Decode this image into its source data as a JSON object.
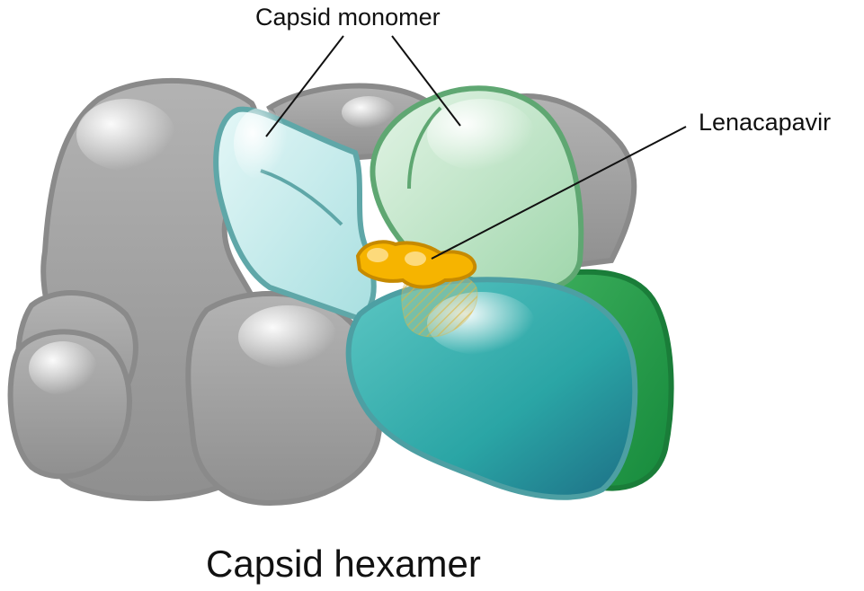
{
  "labels": {
    "capsid_monomer": "Capsid monomer",
    "lenacapavir": "Lenacapavir",
    "capsid_hexamer": "Capsid hexamer"
  },
  "colors": {
    "gray_fill": "#9e9e9e",
    "gray_stroke": "#8a8a8a",
    "light_cyan": "#bfe9ea",
    "cyan_stroke": "#5fa7a8",
    "light_green": "#bfe3c6",
    "green_stroke": "#5fa772",
    "dark_green": "#1f9a45",
    "teal": "#2aa5a5",
    "teal_dark": "#1c7f8a",
    "drug_orange": "#f6b400",
    "drug_stroke": "#c68a00",
    "leader_line": "#111111"
  }
}
